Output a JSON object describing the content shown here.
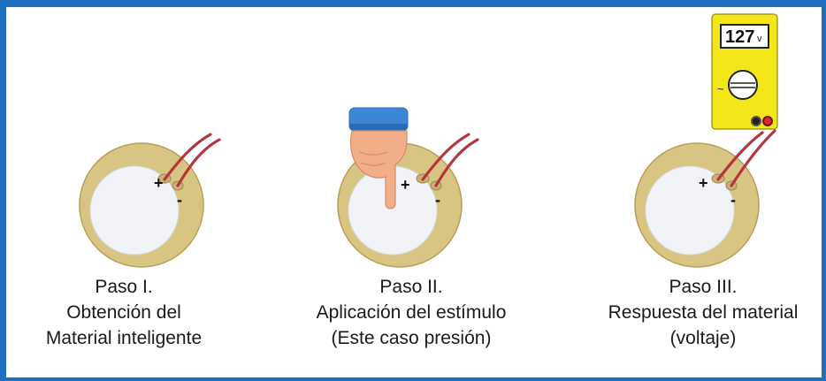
{
  "colors": {
    "frame_border": "#1f6fc0",
    "disc_outer": "#d8c483",
    "disc_outer_edge": "#b89f55",
    "disc_inner": "#f2f3f6",
    "wire_red": "#b4363c",
    "meter_body": "#f3e71a",
    "hand_skin": "#f2ae88",
    "cuff_blue": "#3b86d6"
  },
  "polarity": {
    "plus": "+",
    "minus": "-"
  },
  "meter": {
    "reading": "127",
    "unit": "v",
    "scale_mark": "~"
  },
  "steps": [
    {
      "title": "Paso I.",
      "line1": "Obtención del",
      "line2": "Material inteligente"
    },
    {
      "title": "Paso II.",
      "line1": "Aplicación del estímulo",
      "line2": "(Este caso presión)"
    },
    {
      "title": "Paso III.",
      "line1": "Respuesta del material",
      "line2": "(voltaje)"
    }
  ]
}
